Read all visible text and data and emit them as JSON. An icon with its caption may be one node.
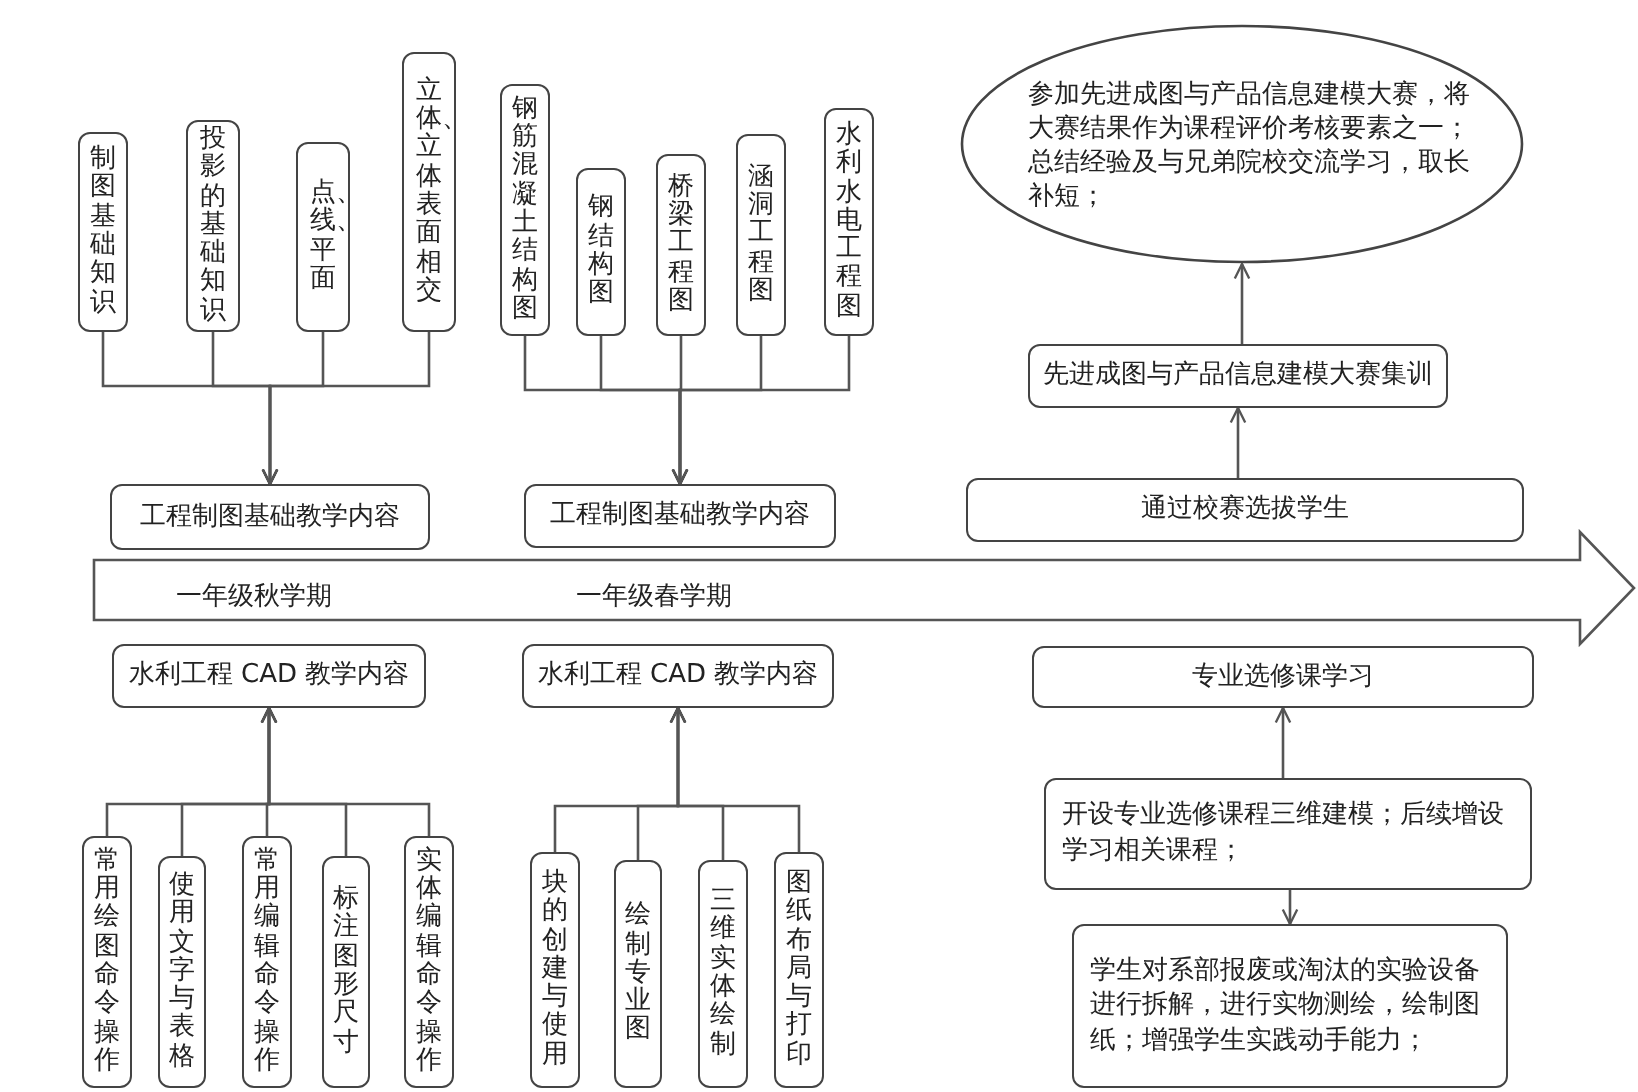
{
  "diagram": {
    "nodes": [
      {
        "text": [
          "制图基础知识"
        ]
      },
      {
        "text": [
          "投影的基础知识"
        ]
      },
      {
        "text": [
          "点、线、平面"
        ]
      },
      {
        "text": [
          "立体、立体表面相交"
        ]
      },
      {
        "text": [
          "钢筋混凝土结构图"
        ]
      },
      {
        "text": [
          "钢结构图"
        ]
      },
      {
        "text": [
          "桥梁工程图"
        ]
      },
      {
        "text": [
          "涵洞工程图"
        ]
      },
      {
        "text": [
          "水利水电工程图"
        ]
      },
      {
        "text": [
          "工程制图基础教学内容"
        ]
      },
      {
        "text": [
          "工程制图基础教学内容"
        ]
      },
      {
        "text": [
          "参加先进成图与产品信息建模大赛，将大赛结果作为课程评价考核要素之一；总结经验及与兄弟院校交流学习，取长补短；"
        ]
      },
      {
        "text": [
          "先进成图与产品信息建模大赛集训"
        ]
      },
      {
        "text": [
          "通过校赛选拔学生"
        ]
      },
      {
        "text": [
          "一年级秋学期",
          "一年级春学期"
        ]
      },
      {
        "text": [
          "水利工程 CAD 教学内容"
        ]
      },
      {
        "text": [
          "水利工程 CAD 教学内容"
        ]
      },
      {
        "text": [
          "专业选修课学习"
        ]
      },
      {
        "text": [
          "常用绘图命令操作"
        ]
      },
      {
        "text": [
          "使用文字与表格"
        ]
      },
      {
        "text": [
          "常用编辑命令操作"
        ]
      },
      {
        "text": [
          "标注图形尺寸"
        ]
      },
      {
        "text": [
          "实体编辑命令操作"
        ]
      },
      {
        "text": [
          "块的创建与使用"
        ]
      },
      {
        "text": [
          "绘制专业图"
        ]
      },
      {
        "text": [
          "三维实体绘制"
        ]
      },
      {
        "text": [
          "图纸布局与打印"
        ]
      },
      {
        "text": [
          "开设专业选修课程三维建模；后续增设学习相关课程；"
        ]
      },
      {
        "text": [
          "学生对系部报废或淘汰的实验设备进行拆解，进行实物测绘，绘制图纸；增强学生实践动手能力；"
        ]
      }
    ],
    "edges": [
      {
        "from": 0,
        "to": 9,
        "arrow": "to"
      },
      {
        "from": 1,
        "to": 9,
        "arrow": "to"
      },
      {
        "from": 2,
        "to": 9,
        "arrow": "to"
      },
      {
        "from": 3,
        "to": 9,
        "arrow": "to"
      },
      {
        "from": 4,
        "to": 10,
        "arrow": "to"
      },
      {
        "from": 5,
        "to": 10,
        "arrow": "to"
      },
      {
        "from": 6,
        "to": 10,
        "arrow": "to"
      },
      {
        "from": 7,
        "to": 10,
        "arrow": "to"
      },
      {
        "from": 8,
        "to": 10,
        "arrow": "to"
      },
      {
        "from": 13,
        "to": 12,
        "arrow": "to"
      },
      {
        "from": 12,
        "to": 11,
        "arrow": "to"
      },
      {
        "from": 18,
        "to": 15,
        "arrow": "to"
      },
      {
        "from": 19,
        "to": 15,
        "arrow": "to"
      },
      {
        "from": 20,
        "to": 15,
        "arrow": "to"
      },
      {
        "from": 21,
        "to": 15,
        "arrow": "to"
      },
      {
        "from": 22,
        "to": 15,
        "arrow": "to"
      },
      {
        "from": 23,
        "to": 16,
        "arrow": "to"
      },
      {
        "from": 24,
        "to": 16,
        "arrow": "to"
      },
      {
        "from": 25,
        "to": 16,
        "arrow": "to"
      },
      {
        "from": 26,
        "to": 16,
        "arrow": "to"
      },
      {
        "from": 27,
        "to": 17,
        "arrow": "to"
      },
      {
        "from": 27,
        "to": 28,
        "arrow": "to"
      }
    ]
  }
}
